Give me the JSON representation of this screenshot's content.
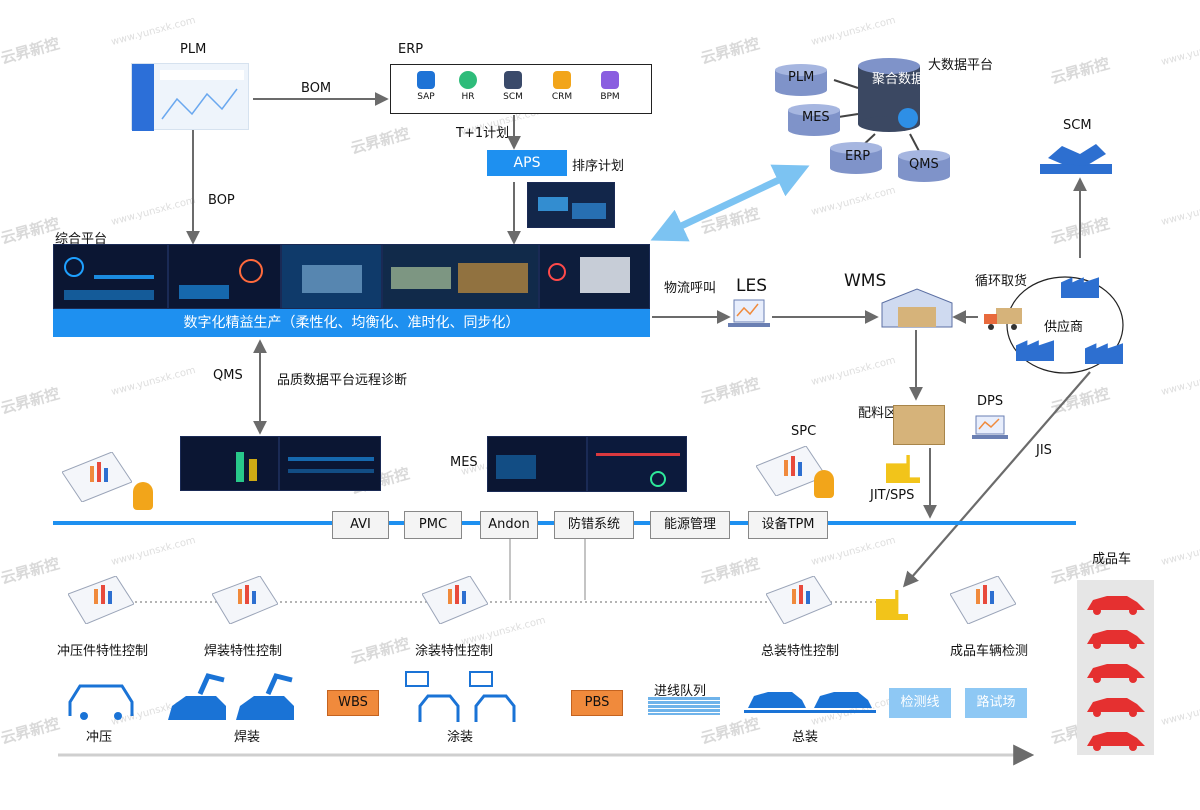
{
  "systems": {
    "plm": "PLM",
    "erp": "ERP",
    "erp_modules": [
      "SAP",
      "HR",
      "SCM",
      "CRM",
      "BPM"
    ],
    "aps": "APS",
    "aps_note": "排序计划",
    "bom": "BOM",
    "t_plus_one": "T+1计划",
    "bop": "BOP",
    "platform_title": "综合平台",
    "platform_banner": "数字化精益生产（柔性化、均衡化、准时化、同步化）",
    "qms": "QMS",
    "quality_remote": "品质数据平台远程诊断",
    "mes": "MES",
    "spc": "SPC",
    "logistics_call": "物流呼叫",
    "les": "LES",
    "wms": "WMS",
    "milk_run": "循环取货",
    "supplier": "供应商",
    "scm": "SCM",
    "bigdata": "大数据平台",
    "bigdata_center": "聚合数据",
    "bigdata_nodes": [
      "PLM",
      "MES",
      "ERP",
      "QMS"
    ],
    "kitting": "配料区",
    "dps": "DPS",
    "jit_sps": "JIT/SPS",
    "jis": "JIS"
  },
  "modules": [
    "AVI",
    "PMC",
    "Andon",
    "防错系统",
    "能源管理",
    "设备TPM"
  ],
  "controls": {
    "stamping": "冲压件特性控制",
    "welding": "焊装特性控制",
    "painting": "涂装特性控制",
    "assembly": "总装特性控制",
    "inspection": "成品车辆检测"
  },
  "process": {
    "stamping": "冲压",
    "welding": "焊装",
    "painting": "涂装",
    "assembly": "总装",
    "wbs": "WBS",
    "pbs": "PBS",
    "queue": "进线队列",
    "test_line": "检测线",
    "road_test": "路试场",
    "finished": "成品车"
  },
  "watermark": {
    "brand": "云昇新控",
    "url": "www.yunsxk.com"
  },
  "colors": {
    "accent": "#1e90f0",
    "arrow": "#6b6b6b",
    "orange": "#f08a3c",
    "light_blue": "#8ec8f4",
    "car_red": "#e53030",
    "car_blue": "#1a73d6"
  }
}
